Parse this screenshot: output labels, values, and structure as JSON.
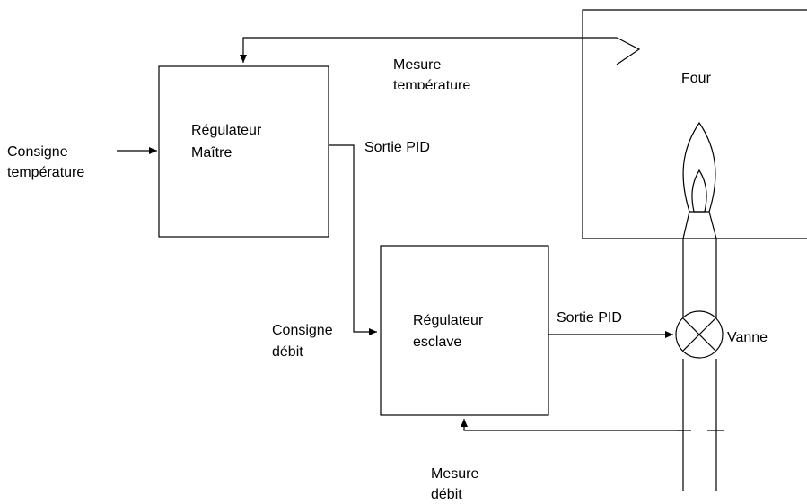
{
  "diagram": {
    "master_controller": {
      "line1": "Régulateur",
      "line2": "Maître"
    },
    "slave_controller": {
      "line1": "Régulateur",
      "line2": "esclave"
    },
    "temperature_setpoint": {
      "line1": "Consigne",
      "line2": "température"
    },
    "temperature_measure": {
      "line1": "Mesure",
      "line2": "température"
    },
    "master_output": "Sortie PID",
    "slave_output": "Sortie PID",
    "flow_setpoint": {
      "line1": "Consigne",
      "line2": "débit"
    },
    "flow_measure": {
      "line1": "Mesure",
      "line2": "débit"
    },
    "furnace": "Four",
    "valve": "Vanne"
  }
}
